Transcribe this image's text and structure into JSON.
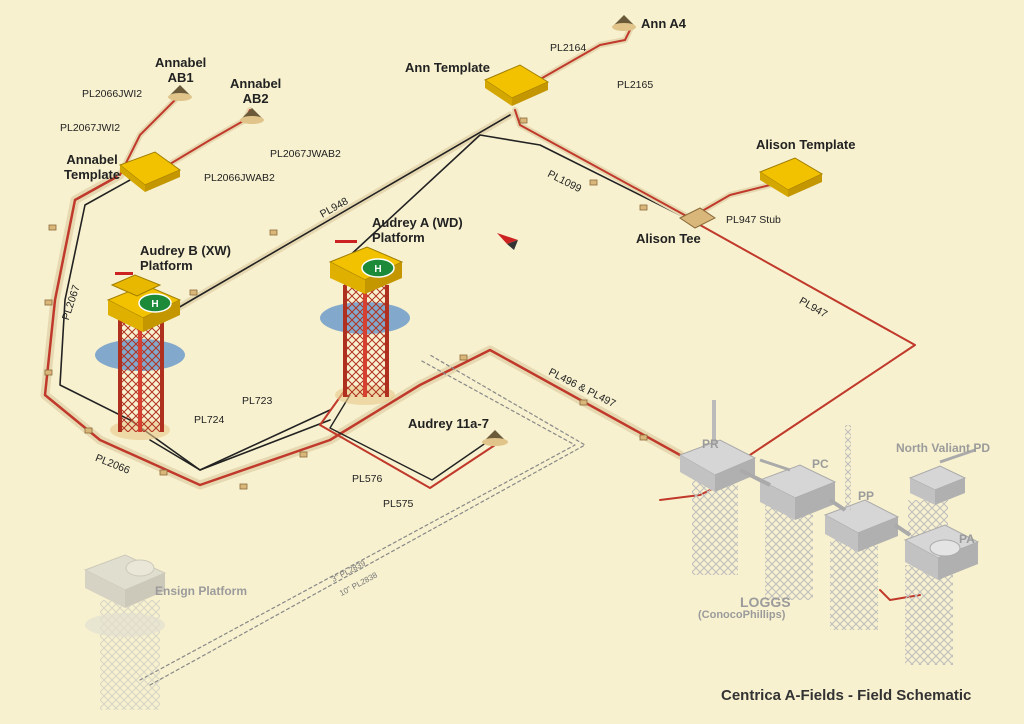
{
  "title": "Centrica A-Fields - Field Schematic",
  "facilities": {
    "annabel_ab1": "Annabel\nAB1",
    "annabel_ab2": "Annabel\nAB2",
    "annabel_template": "Annabel\nTemplate",
    "ann_template": "Ann Template",
    "ann_a4": "Ann A4",
    "alison_template": "Alison Template",
    "alison_tee": "Alison Tee",
    "audrey_b": "Audrey B (XW)\nPlatform",
    "audrey_a": "Audrey A (WD)\nPlatform",
    "audrey_11a7": "Audrey 11a-7",
    "north_valiant": "North Valiant PD",
    "pr": "PR",
    "pc": "PC",
    "pp": "PP",
    "pa": "PA",
    "loggs": "LOGGS",
    "loggs_operator": "(ConocoPhillips)",
    "ensign": "Ensign Platform"
  },
  "pipelines": {
    "pl2066jwi2": "PL2066JWI2",
    "pl2067jwi2": "PL2067JWI2",
    "pl2067jwab2": "PL2067JWAB2",
    "pl2066jwab2": "PL2066JWAB2",
    "pl2164": "PL2164",
    "pl2165": "PL2165",
    "pl1099": "PL1099",
    "pl948": "PL948",
    "pl947_stub": "PL947 Stub",
    "pl947": "PL947",
    "pl2067": "PL2067",
    "pl2066": "PL2066",
    "pl723": "PL723",
    "pl724": "PL724",
    "pl496_497": "PL496 & PL497",
    "pl576": "PL576",
    "pl575": "PL575",
    "pl2839": "3\" PL2839",
    "pl2838": "10\" PL2838"
  },
  "colors": {
    "background": "#f7f1cf",
    "pipe_red": "#c0392b",
    "pipe_dark": "#222222",
    "platform_yellow": "#f2c200",
    "platform_grey": "#c9c9c9",
    "helideck_green": "#1d8a3a"
  }
}
